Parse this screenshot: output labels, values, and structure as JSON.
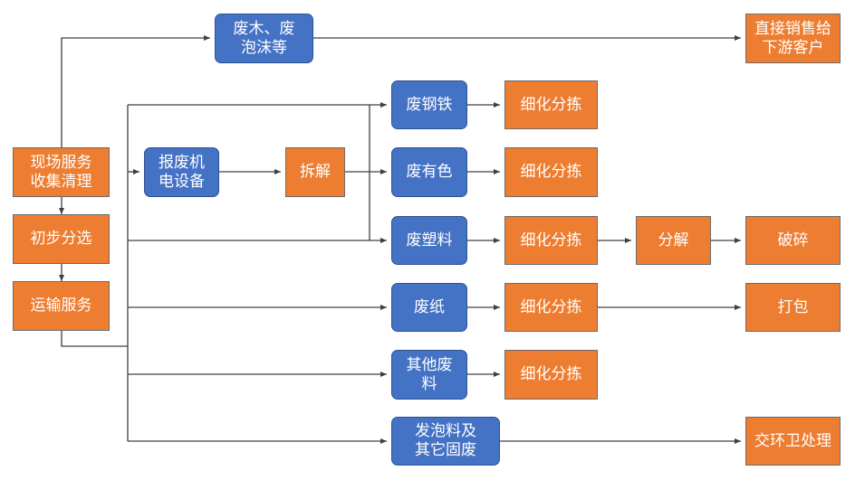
{
  "nodes": {
    "collect": "现场服务\n收集清理",
    "presort": "初步分选",
    "transport": "运输服务",
    "wood_foam": "废木、废\n泡沫等",
    "direct_sale": "直接销售给\n下游客户",
    "scrap_equipment": "报废机\n电设备",
    "disassemble": "拆解",
    "steel": "废钢铁",
    "nonferrous": "废有色",
    "plastic": "废塑料",
    "paper": "废纸",
    "other_waste": "其他废\n料",
    "foam_solid": "发泡料及\n其它固废",
    "fine_sort_1": "细化分拣",
    "fine_sort_2": "细化分拣",
    "fine_sort_3": "细化分拣",
    "fine_sort_4": "细化分拣",
    "fine_sort_5": "细化分拣",
    "decompose": "分解",
    "crush": "破碎",
    "pack": "打包",
    "sanitation": "交环卫处理"
  },
  "colors": {
    "blue_fill": "#4472c4",
    "orange_fill": "#ed7d31",
    "line": "#404040"
  }
}
